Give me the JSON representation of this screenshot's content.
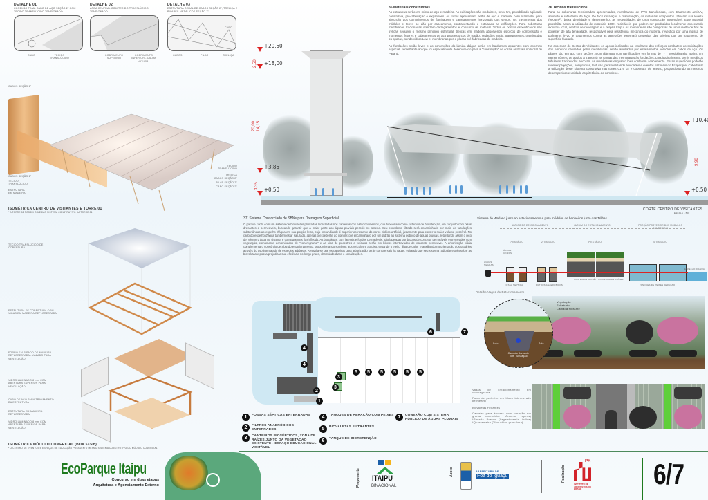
{
  "details": [
    {
      "title": "DETALHE 01",
      "desc": "CONEXÃO FINAL CABO DE AÇO SEÇÃO 2\" COM TECIDO TRANSLÚCIDO TENSIONADO",
      "labels": [
        "CABO",
        "TECIDO TRANSLÚCIDO"
      ]
    },
    {
      "title": "DETALHE 02",
      "desc": "ÁREA CENTRAL COM TECIDO TRANSLÚCIDO TENSIONADO",
      "labels": [
        "COBRIMENTO SUPERIOR",
        "COBRIMENTO INFERIOR - CALHA NATURAL"
      ]
    },
    {
      "title": "DETALHE 03",
      "desc": "ESTRUTURA GERAL DE CABOS SEÇÃO 2\", TRELIÇA E PILARES METÁLICOS SEÇÃO 7\"",
      "labels": [
        "CABOS",
        "PILAR",
        "TRELIÇA",
        "CABO"
      ]
    }
  ],
  "iso_visitantes": {
    "title": "ISOMÉTRICA CENTRO DE VISITANTES E TORRE 01",
    "note": "* A TORRE 02 POSSUI O MESMO SISTEMA CONSTRUTIVO DA TORRE 01",
    "labels_left": [
      "CABOS SEÇÃO 1\"",
      "CABOS SEÇÃO 1\"",
      "TECIDO TRANSLÚCIDO",
      "ESTRUTURA EM MADEIRA"
    ],
    "labels_right": [
      "TECIDO TRANSLÚCIDO",
      "TRELIÇA",
      "CABOS SEÇÃO 2\"",
      "PILAR SEÇÃO 7\"",
      "CABO SEÇÃO 2\""
    ]
  },
  "iso_modulo": {
    "title": "ISOMÉTRICA MÓDULO COMERCIAL (BOX 5X5m)",
    "note": "* O CENTRO DE EVENTOS E ESPAÇOS DE EDUCAÇÃO POSSUEM O MESMO SISTEMA CONSTRUTIVO DO MÓDULO COMERCIAL",
    "labels": [
      "TECIDO TRANSLÚCIDO DE COBERTURA",
      "ESTRUTURA DE COBERTURA COM VIGAS EM MADEIRA REFLORESTADA",
      "FORRO EM RIPADO DE MADEIRA REFLORESTADA - VAZADO PARA VENTILAÇÃO",
      "VIDRO LAMINADO 8 mm COM ABERTURA SUPERIOR PARA VENTILAÇÃO",
      "CABO DE AÇO PARA TRAVAMENTO DA ESTRUTURA",
      "ESTRUTURA EM MADEIRA REFLORESTADA",
      "VIDRO LAMINADO 8 mm COM ABERTURA SUPERIOR PARA VENTILAÇÃO"
    ]
  },
  "materiais": {
    "title": "36.Materiais construtivos",
    "p1": "As estruturas serão em misto de aço e madeira. As edificações são modulares, 5m x 5m, possibilitado agilidade construtiva, pré-fabricação e expansões. As torres apresentam perfis de aço e madeira, conjuntamente, para absorção dos comprimentos de flambagem e carregamentos horizontais dos ventos. Os travamentos dos módulos e torres se dão por cabeamento, contraventando e estaiando as edificações. Para coberturas membranas tracionadas otimizam carregamentos e consumo de material. Todos os pontos especificados nas treliças seguem o mesmo princípio estrutural: treliças em madeira absorvendo esforços de compressão e momentos fletores e cabeamentos de aço para esforços de tração. Vedações serão, transparentes, translúcidas ou opacas, sendo vidros Low-e, membranas pvc e placas pré-fabricadas de madeira.",
    "p2": "As fundações serão leves e as contenções da lâmina d'água serão em baldrames aparentes com concreto especial, semelhante ao que foi especialmente desenvolvido para a \"construção\" de corais artificiais no litoral do Paraná."
  },
  "tecidos": {
    "title": "36.Tecidos translúcidos",
    "p1": "Para as coberturas tensionadas apresentadas, membranas de PVC translúcidas, com tratamento anti-UV, antimofo e retardante de fogo. De fácil instalação e manutenção, os materiais compósitos ratificam sua leveza (900g/m²), baixa densidade e desempenho, às necessidades de uma construção sustentável. Este material possibilita assim a utilização de materiais 100% recicláveis que podem ser produzidos localmente conectando indústria local, centros de reciclagem e a própria Itaipu. As membranas são compostas de um suporte de fios de poliéster de alta tenacidade, responsável pela resistência mecânica do material, revestido por uma massa de polímeros (PVC e tratamentos contra as agressões externas) protegida das sujeiras por um tratamento de superfície fluorado.",
    "p2": "Na cobertura do Centro de Visitantes os apoios inclinados na resultante dos esforços combatem as solicitações dos empuxos causados pelas membranas, sendo auxiliados por estaiamentos verticais em cabos de aço. Os pilares são em aço com seções 25cm diâmetro com ramificações em formas de \"Y\", possibilitando, assim, um menor número de apoios a transmitir as cargas das membranas às fundações. Longitudinalmente, perfis metálicos tubulares tracionados ancoram as membranas enquanto lhes conferem acabamento. Essas superfícies poderão receber projeções, hologramas, texturas, personalizando atividades e eventos sazonais do Ecoparque. Cabe frisar a utilização deste sistema construtivo nas torres 01 e 02 e cobertura de acesso, proporcionando os mesmos desempenhos e unidade arquitetônica ao complexo."
  },
  "corte": {
    "title": "CORTE CENTRO DE VISITANTES",
    "scale": "ESCALA 1:500",
    "levels": [
      "+20,50",
      "+18,00",
      "+3,85",
      "+0,50",
      "+10,40",
      "+0,50"
    ],
    "dims": [
      "2,50",
      "20,00",
      "14,15",
      "3,35",
      "9,90"
    ]
  },
  "sbn": {
    "title": "37. Sistema Consorciado de SBNs para Drenagem Superficial",
    "text": "O parque conta com um sistema de biovaletas plantadas localizadas nos canteiros dos estacionamentos, que funcionam como sistemas de bioretenção, em conjunto com pisos drenantes e permeáveis, buscando garantir que a maior parte das águas pluviais percole no terreno. Seu excedente filtrado será encaminhado por meio de tubulações subterrâneas ao espelho d'água em sua porção leste, cuja profundidade é superior ao restante do corpo hídrico artificial, justamente para conter o maior volume possível. No caso do espelho d'água também estar saturado, apenas o excedente do complexo é encaminhado por um ladrão ao sistema público de águas pluviais, retardando assim o pico de volume d'água no sistema e consequentes flash floods. As biovaletas, com laterais e fundos permeáveis, são ladeadas por blocos de concreto permeáveis entremeados com vegetação, comumente denominados de \"concregrama\" e as vias de pedestres e veículos serão em blocos intertravados de concreto permeável. A arborização viária complementa o consórcio de SbN do estacionamento, proporcionando sombras aos veículos e ao piso, evitando o efeito \"ilha de calor\" e auxiliando na orientação dos usuários através do uso intercalado de espécies arbóreas. Ressalta-se que os canteiros para arborização serão transversais às vagas, evitando que seu sistema radicular esteja sobre as biovaletas e possa prejudicar sua eficiência no longo prazo, obstruindo dutos e canalizações."
  },
  "legend": [
    {
      "n": "1",
      "label": "FOSSAS SÉPTICAS ENTERRADAS"
    },
    {
      "n": "2",
      "label": "FILTROS ANAERÓBICOS ENTERRADOS"
    },
    {
      "n": "3",
      "label": "CANTEIROS BIOSÉPTICOS, ZONA DE RAÍZES JUNTO DA VEGETAÇÃO EXISTENTE - ESPAÇO EDUCACIONAL VISITÁVEL"
    },
    {
      "n": "4",
      "label": "TANQUES DE AERAÇÃO COM PEIXES"
    },
    {
      "n": "5",
      "label": "BIOVALETAS FILTRANTES"
    },
    {
      "n": "6",
      "label": "TANQUE DE BIORETENÇÃO"
    },
    {
      "n": "7",
      "label": "CONEXÃO COM SISTEMA PÚBLICO DE ÁGUAS PLUVIAIS"
    }
  ],
  "wetland": {
    "title": "Sistema de Wetland junto ao estacionamento e para módulos de banheiros junto das Trilhas",
    "zones": [
      "ABRIGO DO ESTACIONAMENTO",
      "JARDIM DO ESTACIONAMENTO",
      "PORÇÃO POSTERIOR DOS MÓDULOS COMERCIAIS"
    ],
    "stages": [
      "1º ESTÁGIO",
      "2º ESTÁGIO",
      "3º ESTÁGIO",
      "4º ESTÁGIO"
    ],
    "items": [
      "ÁGUAS NEGRAS",
      "ÁGUAS CINZAS",
      "FOSSA SÉPTICA",
      "FILTROS ANAERÓBICOS",
      "CANTEIROS BIOSÉPTICOS ZONA DE RAÍZES",
      "TANQUES DE PEIXES AERAÇÃO",
      "ESPELHO D'ÁGUA"
    ]
  },
  "vagas": {
    "title": "Detalhe Vagas de Estacionamento",
    "layers": [
      "Vegetação",
      "Substrato",
      "Camada Filtrante"
    ],
    "soil": [
      "Solo",
      "Solo",
      "Camada Drenante com Tubulação"
    ],
    "labels": [
      "Vagas de Estacionamento em concregrama",
      "Faixa de pedestre em bloco intertravado permeável",
      "Biovaletas Filtrantes",
      "Canteiro para árvores com forração em grama amendoim (Arachis repens) *Resedá Branco (Lagerstroemia indica) *Quaresmeira (Tibouchina granulosa)"
    ]
  },
  "footer": {
    "brand": "EcoParque Itaipu",
    "subtitle1": "Concurso em duas etapas",
    "subtitle2": "Arquitetura e Agenciamento Externo",
    "proponente": "Proponente",
    "itaipu": "ITAIPU",
    "binacional": "BINACIONAL",
    "apoio": "Apoio",
    "prefeitura": "PREFEITURA DE",
    "foz": "Foz do Iguaçu",
    "realizacao": "Realização",
    "iab": "INSTITUTO DE ARQUITETOS DO BRASIL",
    "pr": "PR",
    "page": "6/7",
    "colors": {
      "green": "#1e7a1e",
      "itaipu_blue": "#1b5fa8",
      "iab_red": "#d2232a"
    }
  }
}
